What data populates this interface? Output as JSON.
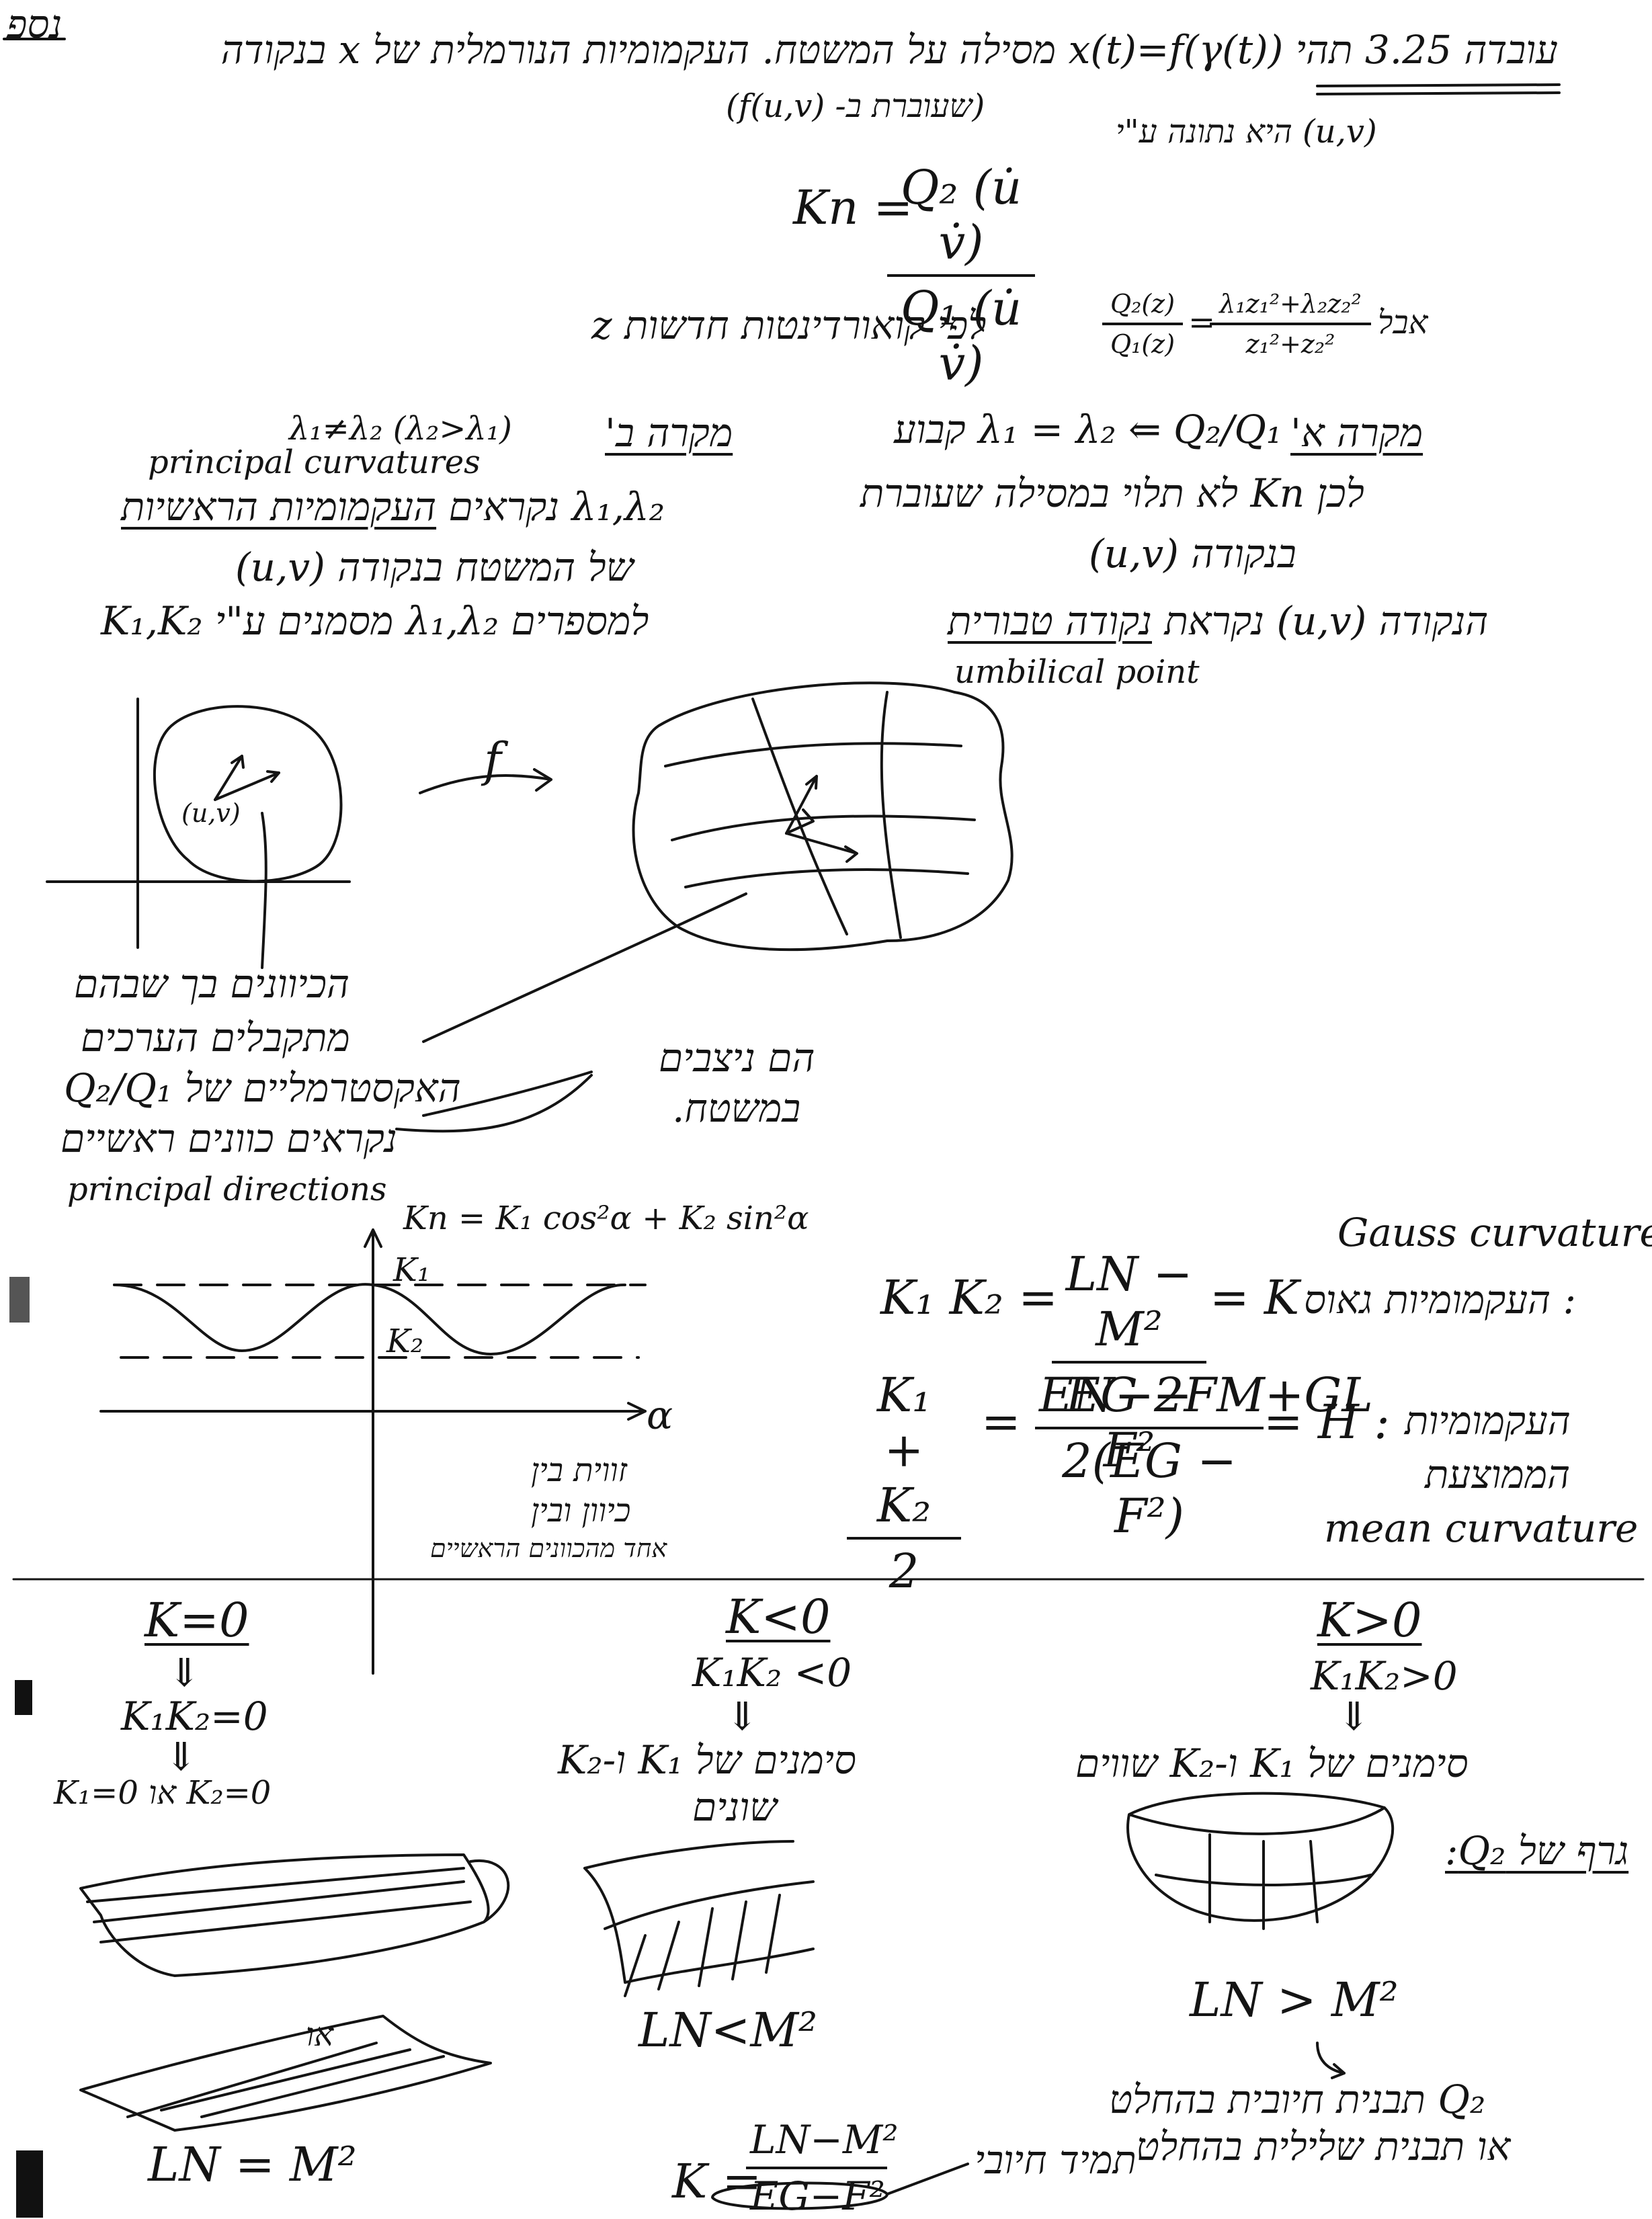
{
  "header": {
    "page_mark": "נספ",
    "theorem_line": "עובדה 3.25 תהי x(t)=f(γ(t)) מסילה על המשטח. העקמומיות הנורמלית של x בנקודה",
    "passing_note": "(שעוברת ב- f(u,v))",
    "given_by": "(u,v) היא נתונה ע\"י",
    "kn_formula": {
      "lhs": "Kn =",
      "num": "Q₂ (u̇ v̇)",
      "den": "Q₁ (u̇ v̇)"
    },
    "but_label": "אבל",
    "but_formula": {
      "lhs_num": "Q₂(z)",
      "lhs_den": "Q₁(z)",
      "rhs_num": "λ₁z₁²+λ₂z₂²",
      "rhs_den": "z₁²+z₂²"
    },
    "new_coords": "לפי קואורדינטות חדשות z"
  },
  "case_a": {
    "title": "מקרה א'",
    "condition": "λ₁ = λ₂ ⇐ Q₂/Q₁ קבוע",
    "line1": "לכן Kn לא תלוי במסילה שעוברת",
    "line2": "בנקודה (u,v)",
    "line3_pre": "הנקודה (u,v) נקראת",
    "line3_term": "נקודה טבורית",
    "english": "umbilical point"
  },
  "case_b": {
    "title": "מקרה ב'",
    "condition": "λ₁≠λ₂ (λ₂>λ₁)",
    "english": "principal curvatures",
    "line1_pre": "λ₁,λ₂ נקראים",
    "line1_term": "העקמומיות הראשיות",
    "line2": "של המשטח בנקודה (u,v)",
    "line3": "למספרים λ₁,λ₂ מסמנים ע\"י K₁,K₂"
  },
  "sketch": {
    "map_label": "f",
    "point_label": "(u,v)",
    "left_note": [
      "הכיוונים בך שבהם",
      "מתקבלים הערכים",
      "האקסטרמליים של Q₂/Q₁",
      "נקראים כוונים ראשיים"
    ],
    "left_note_term": "כוונים ראשיים",
    "english": "principal directions",
    "right_note": [
      "הם ניצבים",
      "במשטח."
    ]
  },
  "graph": {
    "formula": "Kn = K₁ cos²α + K₂ sin²α",
    "k1": "K₁",
    "k2": "K₂",
    "x_axis": "α",
    "axis_note": [
      "זווית בין",
      "כיוון ובין",
      "אחד מהכוונים הראשיים"
    ]
  },
  "gauss": {
    "english": "Gauss curvature",
    "label": ": העקמומיות גאוס",
    "lhs": "K₁ K₂ =",
    "num": "LN − M²",
    "den": "EG − F²",
    "rhs": "= K"
  },
  "mean": {
    "label_lines": [
      "העקמומיות",
      "הממוצעת"
    ],
    "english": "mean curvature",
    "lhs_num": "K₁ + K₂",
    "lhs_den": "2",
    "num": "EN−2FM+GL",
    "den": "2(EG − F²)",
    "rhs": "= H :"
  },
  "bottom": {
    "k_zero": {
      "title": "K=0",
      "arrow1": "⇓",
      "line1": "K₁K₂=0",
      "arrow2": "⇓",
      "line2": "K₂=0  או  K₁=0",
      "or": "או",
      "lower": "LN = M²"
    },
    "k_neg": {
      "title": "K<0",
      "line1": "K₁K₂ <0",
      "arrow": "⇓",
      "line2": "סימנים של K₁ ו-K₂",
      "line3": "שונים",
      "lower": "LN<M²"
    },
    "k_pos": {
      "title": "K>0",
      "line1": "K₁K₂>0",
      "arrow": "⇓",
      "line2": "סימנים של K₁ ו-K₂ שווים",
      "side": "גרף של Q₂:",
      "lower": "LN > M²",
      "arrow3": "↓",
      "note1": "Q₂ תבנית חיובית בהחלט",
      "note2": "או תבנית שלילית בהחלט"
    },
    "final": {
      "lhs": "K =",
      "num": "LN−M²",
      "den": "EG−F²",
      "note": "תמיד חיובי"
    }
  }
}
